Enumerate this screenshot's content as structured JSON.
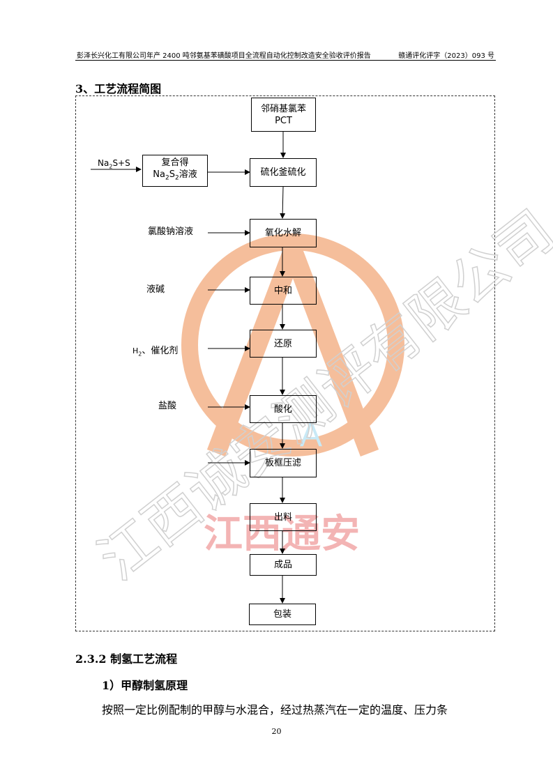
{
  "header": {
    "left": "彭泽长兴化工有限公司年产 2400 吨邻氨基苯磺酸项目全流程自动化控制改造安全验收评价报告",
    "right": "赣通评化评字（2023）093 号"
  },
  "section_title": "3、工艺流程简图",
  "flow": {
    "boxes": [
      {
        "line1": "邻硝基氯苯",
        "line2": "PCT"
      },
      {
        "line1": "硫化釜硫化",
        "line2": ""
      },
      {
        "line1": "氧化水解",
        "line2": ""
      },
      {
        "line1": "中和",
        "line2": ""
      },
      {
        "line1": "还原",
        "line2": ""
      },
      {
        "line1": "酸化",
        "line2": ""
      },
      {
        "line1": "板框压滤",
        "line2": ""
      },
      {
        "line1": "出料",
        "line2": ""
      },
      {
        "line1": "成品",
        "line2": ""
      },
      {
        "line1": "包装",
        "line2": ""
      }
    ],
    "side_box": {
      "line1": "复合得",
      "line2_prefix": "Na",
      "sub1": "2",
      "mid": "S",
      "sub2": "2",
      "suffix": "溶液"
    },
    "na2s_label": {
      "prefix": "Na",
      "sub": "2",
      "suffix": "S+S"
    },
    "inputs": {
      "chlorate": "氯酸钠溶液",
      "caustic": "液碱",
      "hydrogen_prefix": "H",
      "hydrogen_sub": "2",
      "hydrogen_suffix": "、催化剂",
      "acid": "盐酸"
    }
  },
  "watermark": {
    "company": "江西诚安测评有限公司",
    "brand": "江西通安",
    "logo_color": "#f4b38a",
    "text_color": "#d9d9d9",
    "brand_color": "#f2a8a8"
  },
  "h2": "2.3.2 制氢工艺流程",
  "h3": "1）甲醇制氢原理",
  "paragraph": "按照一定比例配制的甲醇与水混合，经过热蒸汽在一定的温度、压力条",
  "page_number": "20"
}
